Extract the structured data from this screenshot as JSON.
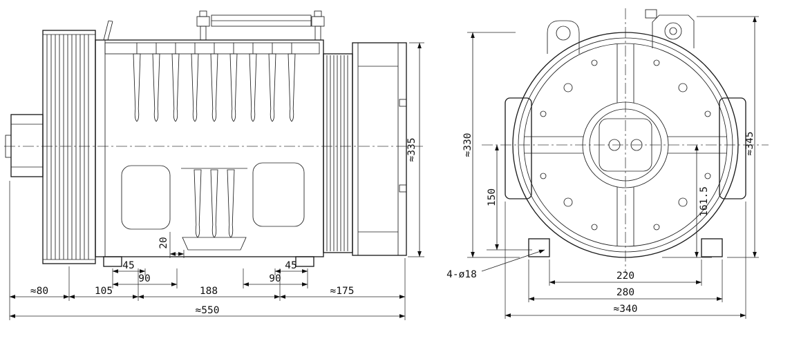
{
  "page": {
    "background": "#ffffff",
    "line_color": "#1c1c1c"
  },
  "drawing": {
    "views": {
      "side": {
        "label": "side-view",
        "dims": {
          "d45_left": "45",
          "d90_left": "90",
          "d20": "20",
          "d90_right": "90",
          "d45_right": "45",
          "d80": "≈80",
          "d105": "105",
          "d188": "188",
          "d175": "≈175",
          "d550": "≈550",
          "d335": "≈335"
        }
      },
      "front": {
        "label": "front-view",
        "dims": {
          "d330": "≈330",
          "d150": "150",
          "d161_5": "161.5",
          "d345": "≈345",
          "d220": "220",
          "d280": "280",
          "d340": "≈340",
          "holes": "4-ø18"
        }
      }
    }
  }
}
